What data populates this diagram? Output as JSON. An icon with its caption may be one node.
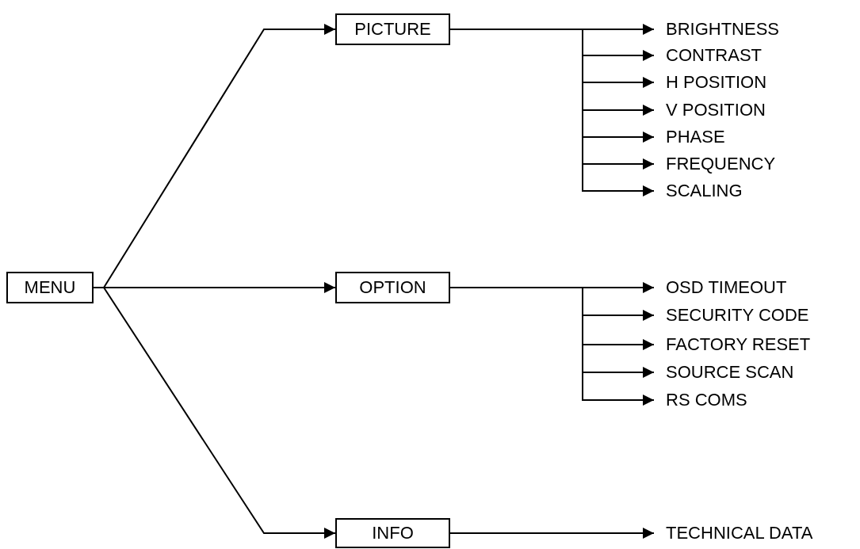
{
  "diagram": {
    "nodes": [
      {
        "text": [
          "MENU"
        ]
      },
      {
        "text": [
          "PICTURE"
        ]
      },
      {
        "text": [
          "OPTION"
        ]
      },
      {
        "text": [
          "INFO"
        ]
      },
      {
        "text": [
          "BRIGHTNESS"
        ]
      },
      {
        "text": [
          "CONTRAST"
        ]
      },
      {
        "text": [
          "H POSITION"
        ]
      },
      {
        "text": [
          "V POSITION"
        ]
      },
      {
        "text": [
          "PHASE"
        ]
      },
      {
        "text": [
          "FREQUENCY"
        ]
      },
      {
        "text": [
          "SCALING"
        ]
      },
      {
        "text": [
          "OSD TIMEOUT"
        ]
      },
      {
        "text": [
          "SECURITY CODE"
        ]
      },
      {
        "text": [
          "FACTORY RESET"
        ]
      },
      {
        "text": [
          "SOURCE SCAN"
        ]
      },
      {
        "text": [
          "RS COMS"
        ]
      },
      {
        "text": [
          "TECHNICAL DATA"
        ]
      }
    ],
    "edges": [
      {
        "from": 0,
        "to": 1,
        "arrow": "to"
      },
      {
        "from": 0,
        "to": 2,
        "arrow": "to"
      },
      {
        "from": 0,
        "to": 3,
        "arrow": "to"
      },
      {
        "from": 1,
        "to": 4,
        "arrow": "to"
      },
      {
        "from": 1,
        "to": 5,
        "arrow": "to"
      },
      {
        "from": 1,
        "to": 6,
        "arrow": "to"
      },
      {
        "from": 1,
        "to": 7,
        "arrow": "to"
      },
      {
        "from": 1,
        "to": 8,
        "arrow": "to"
      },
      {
        "from": 1,
        "to": 9,
        "arrow": "to"
      },
      {
        "from": 1,
        "to": 10,
        "arrow": "to"
      },
      {
        "from": 2,
        "to": 11,
        "arrow": "to"
      },
      {
        "from": 2,
        "to": 12,
        "arrow": "to"
      },
      {
        "from": 2,
        "to": 13,
        "arrow": "to"
      },
      {
        "from": 2,
        "to": 14,
        "arrow": "to"
      },
      {
        "from": 2,
        "to": 15,
        "arrow": "to"
      },
      {
        "from": 3,
        "to": 16,
        "arrow": "to"
      }
    ]
  }
}
